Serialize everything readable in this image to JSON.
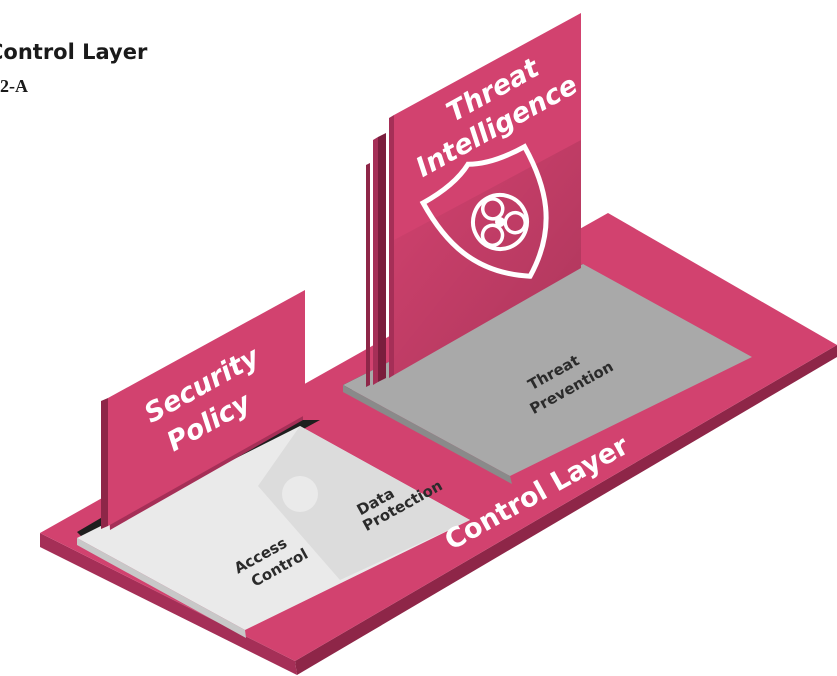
{
  "header": {
    "title": "Control Layer",
    "subtitle": "2-A"
  },
  "diagram": {
    "base_label": "Control Layer",
    "panels": {
      "security_policy": [
        "Security",
        "Policy"
      ],
      "threat_intelligence": [
        "Threat",
        "Intelligence"
      ]
    },
    "tiles": {
      "access_control": [
        "Access",
        "Control"
      ],
      "data_protection": [
        "Data",
        "Protection"
      ],
      "threat_prevention": [
        "Threat",
        "Prevention"
      ]
    },
    "icons": {
      "shield": "biohazard-shield-icon"
    }
  },
  "colors": {
    "accent": "#d2426f",
    "accent_dark": "#7a1e3d",
    "tile_light": "#ececec",
    "tile_gray": "#a8a8a8",
    "text_dark": "#2b2b2b"
  }
}
